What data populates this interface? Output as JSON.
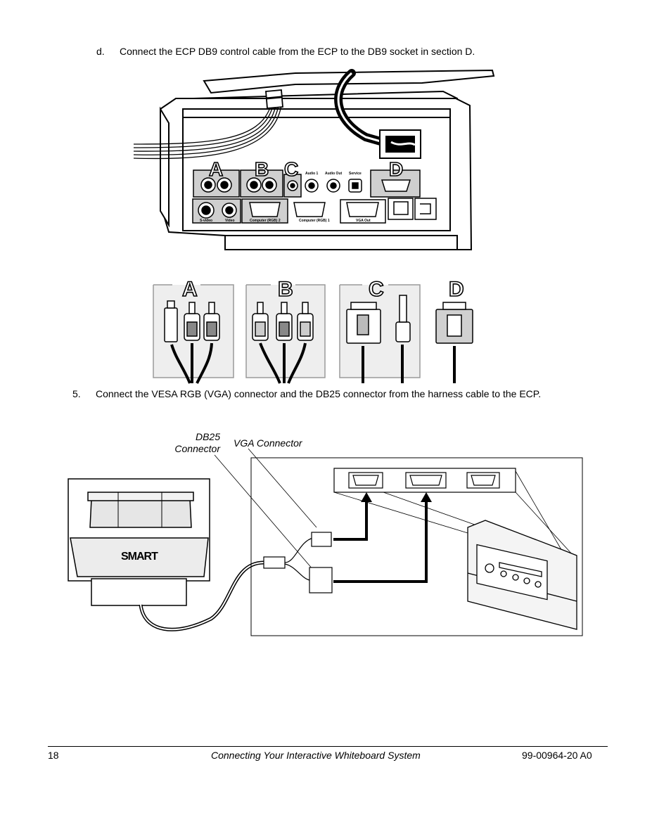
{
  "steps": {
    "d": {
      "marker": "d.",
      "text": "Connect the ECP DB9 control cable from the ECP to the DB9 socket in section D."
    },
    "five": {
      "marker": "5.",
      "text": "Connect the VESA RGB (VGA) connector and the DB25 connector from the harness cable to the ECP."
    }
  },
  "projector_panel": {
    "section_letters": [
      "A",
      "B",
      "C",
      "D"
    ],
    "top_port_labels": [
      "Audio 1",
      "Audio Out",
      "Service"
    ],
    "bottom_port_labels": [
      "S-video",
      "Video",
      "Computer (RGB) 2",
      "Computer (RGB) 1",
      "VGA Out"
    ]
  },
  "cable_sections": [
    "A",
    "B",
    "C",
    "D"
  ],
  "diagram": {
    "callouts": {
      "db25": "DB25 Connector",
      "vga": "VGA Connector"
    },
    "logo_text": "SMART"
  },
  "footer": {
    "page_number": "18",
    "title": "Connecting Your Interactive Whiteboard System",
    "doc_id": "99-00964-20 A0"
  }
}
